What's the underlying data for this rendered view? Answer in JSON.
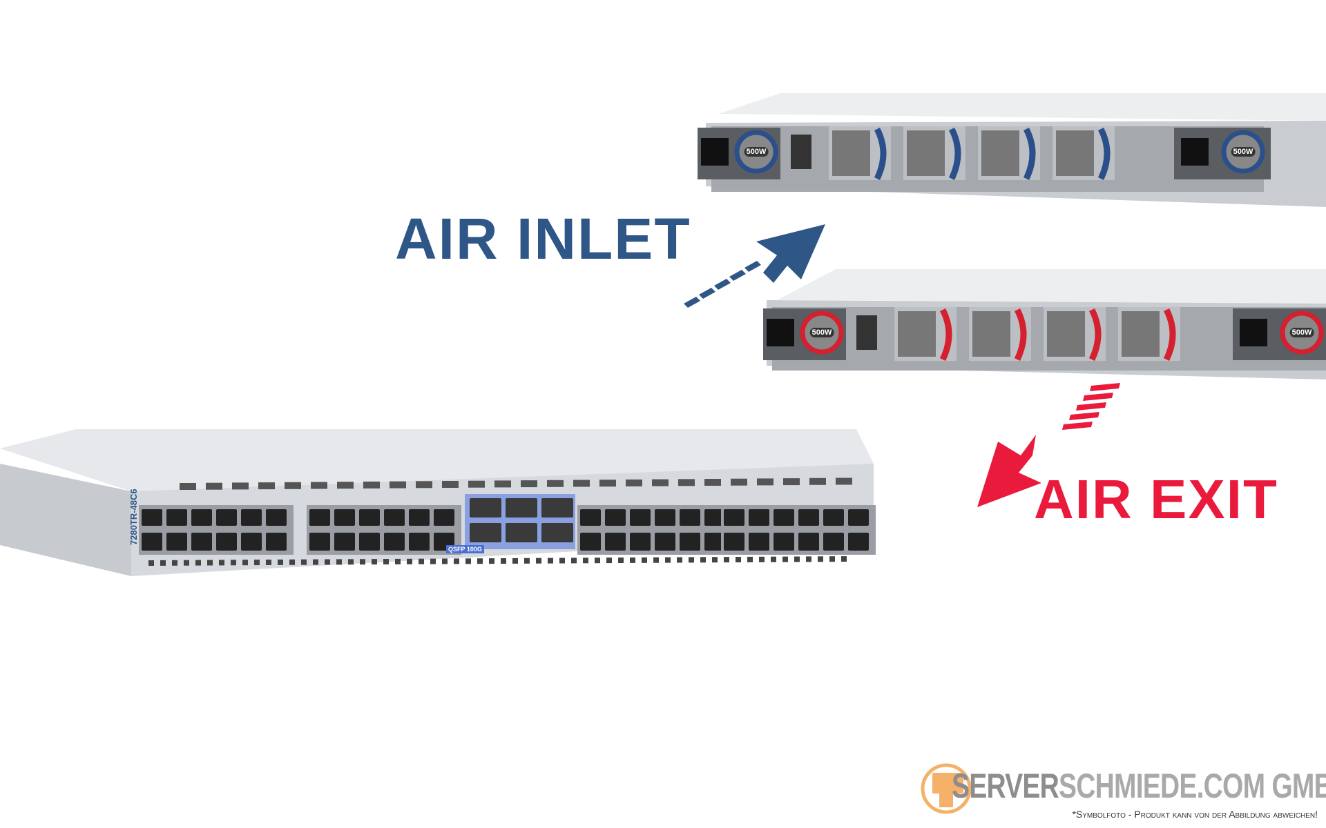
{
  "labels": {
    "air_inlet": "AIR INLET",
    "air_exit": "AIR EXIT"
  },
  "switch": {
    "model": "7280TR-48C6",
    "qsfp_label": "QSFP 100G",
    "psu_rating": "500W"
  },
  "watermark": {
    "brand_dark": "SERVER",
    "brand_light": "SCHMIEDE.COM GMBH",
    "disclaimer": "*Symbolfoto - Produkt kann von der Abbildung abweichen!"
  },
  "colors": {
    "inlet": "#2e5687",
    "exit": "#ea1a3c",
    "chassis": "#d6d9de",
    "logo_orange": "#f5b06a"
  }
}
